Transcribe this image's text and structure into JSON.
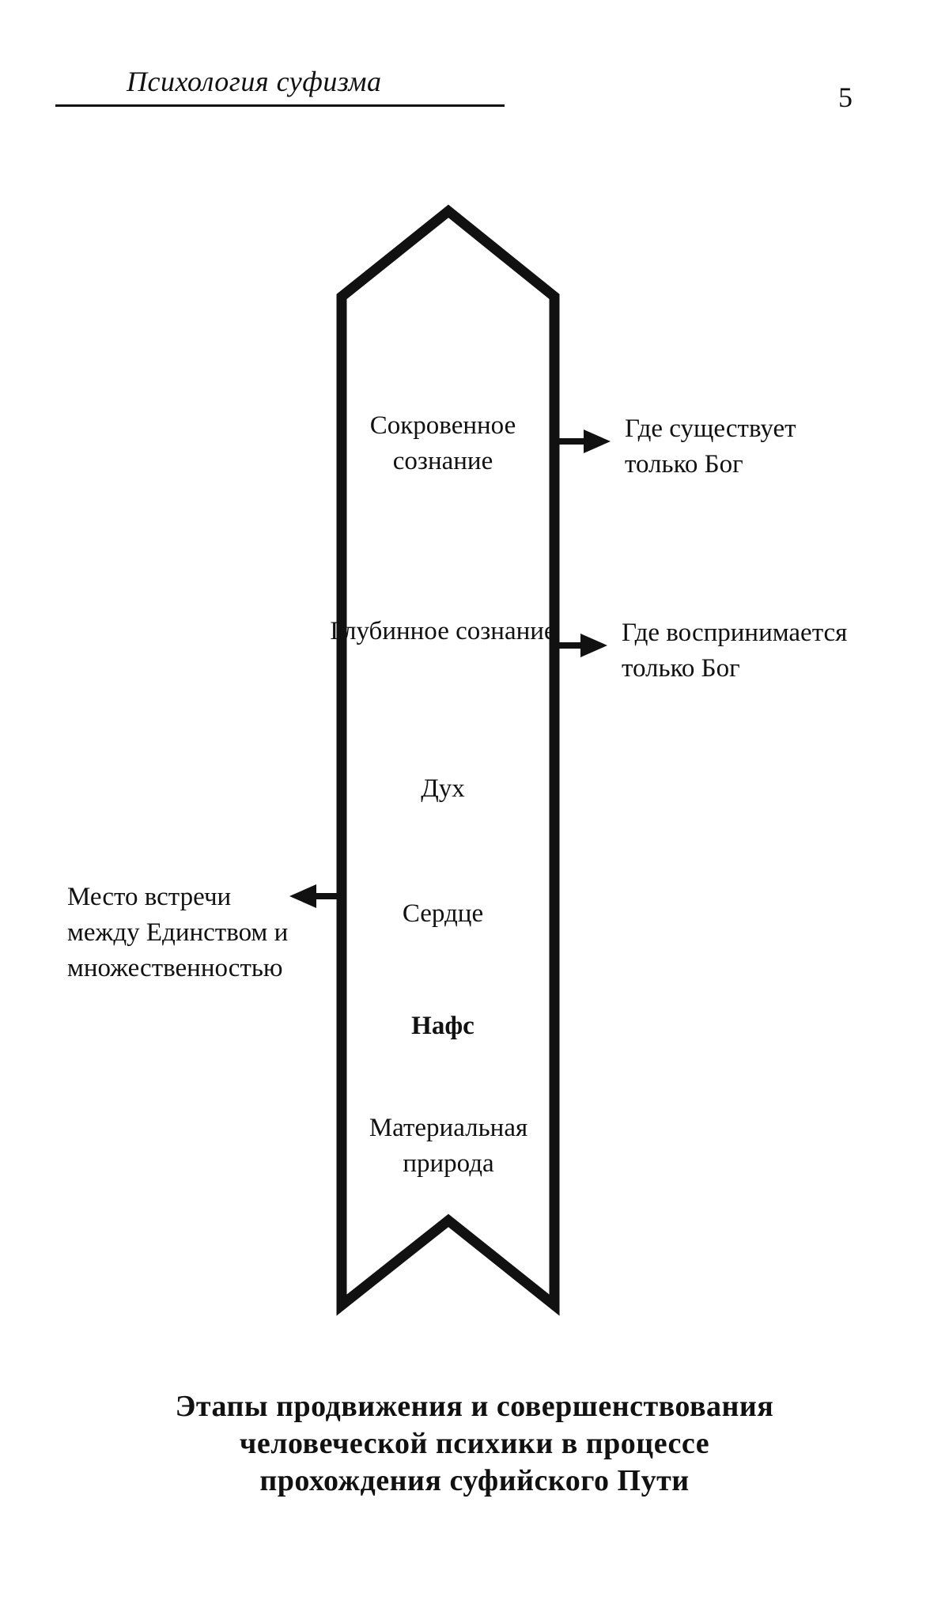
{
  "header": {
    "running_title": "Психология суфизма",
    "page_number": "5"
  },
  "diagram": {
    "stages": [
      "Сокровенное сознание",
      "Глубинное сознание",
      "Дух",
      "Сердце",
      "Нафс",
      "Материальная природа"
    ],
    "notes": {
      "hidden_consciousness": "Где существует только Бог",
      "deep_consciousness": "Где воспринимается только Бог",
      "heart": "Место встречи между Единством и множественностью"
    }
  },
  "caption": {
    "lines": [
      "Этапы продвижения и совершенствования",
      "человеческой психики в процессе",
      "прохождения суфийского Пути"
    ]
  }
}
